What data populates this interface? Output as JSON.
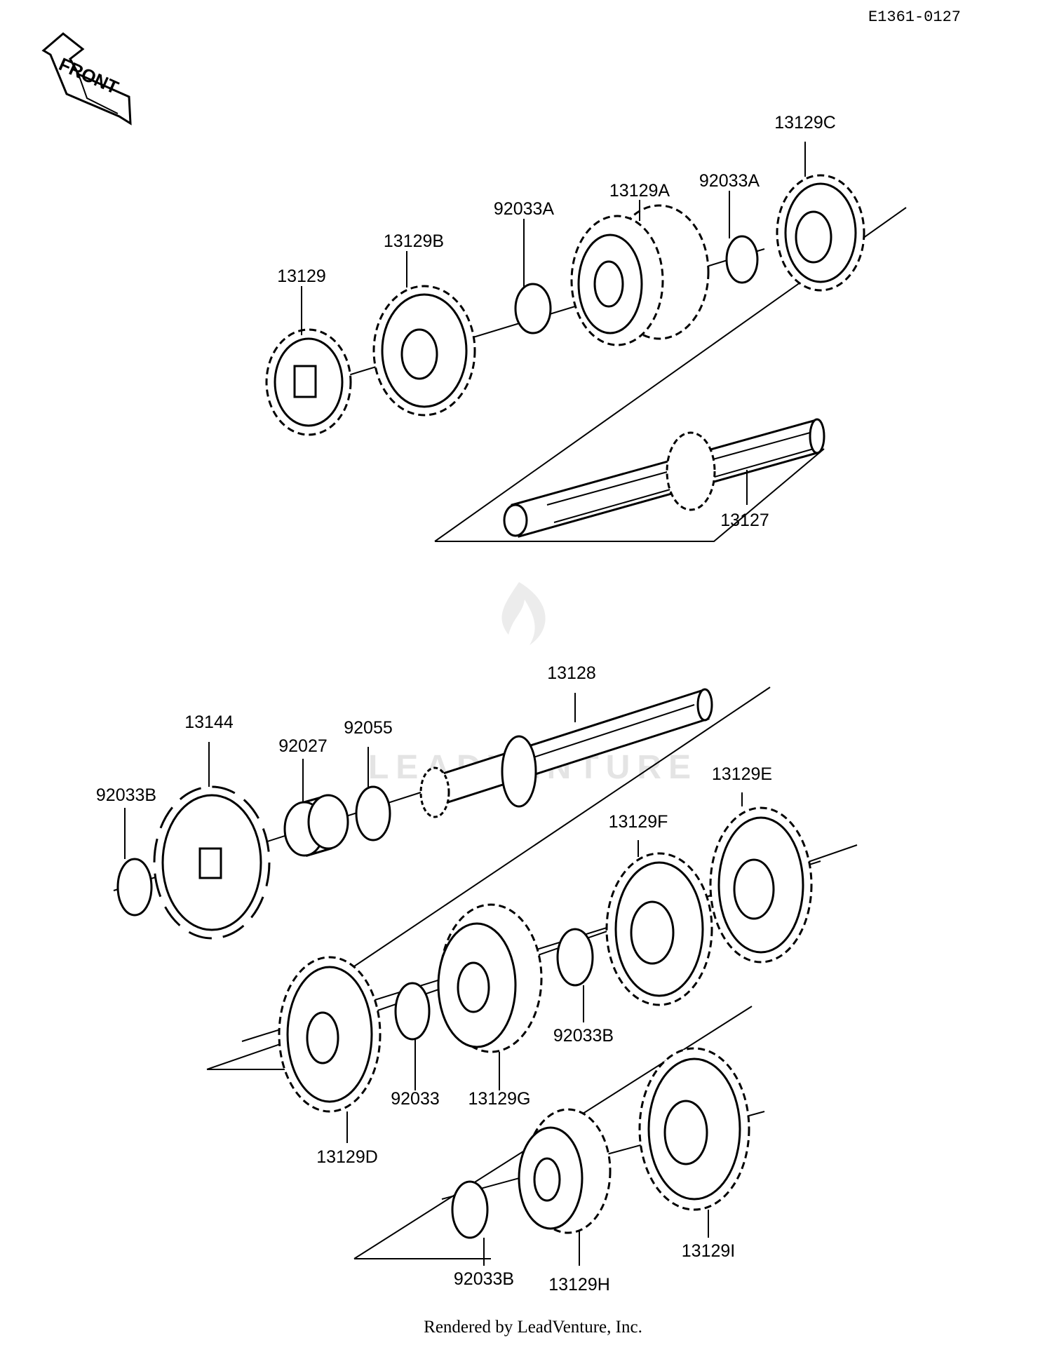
{
  "drawing_code": "E1361-0127",
  "front_label": "FRONT",
  "footer": "Rendered by LeadVenture, Inc.",
  "watermark": "LEADVENTURE",
  "parts": {
    "p13129": "13129",
    "p13129B": "13129B",
    "p92033A_1": "92033A",
    "p13129A": "13129A",
    "p92033A_2": "92033A",
    "p13129C": "13129C",
    "p13127": "13127",
    "p13128": "13128",
    "p13144": "13144",
    "p92027": "92027",
    "p92055": "92055",
    "p92033B_1": "92033B",
    "p13129E": "13129E",
    "p13129F": "13129F",
    "p13129D": "13129D",
    "p92033": "92033",
    "p13129G": "13129G",
    "p92033B_2": "92033B",
    "p92033B_3": "92033B",
    "p13129H": "13129H",
    "p13129I": "13129I"
  }
}
